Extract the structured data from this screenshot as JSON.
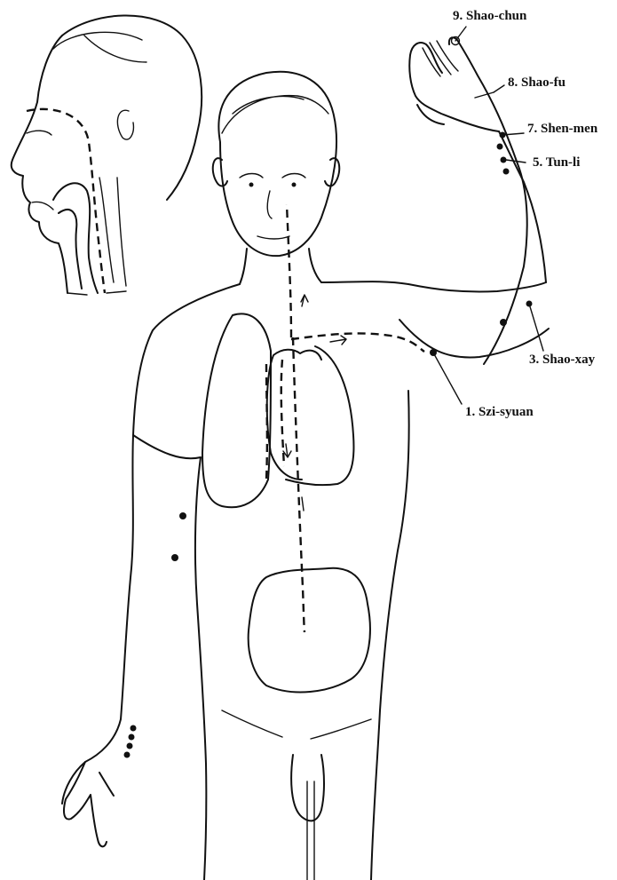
{
  "points": {
    "shao_chun": "9. Shao-chun",
    "shao_fu": "8. Shao-fu",
    "shen_men": "7. Shen-men",
    "tun_li": "5. Tun-li",
    "shao_xay": "3. Shao-xay",
    "szi_syuan": "1. Szi-syuan"
  },
  "colors": {
    "ink": "#111111",
    "background": "#ffffff"
  }
}
